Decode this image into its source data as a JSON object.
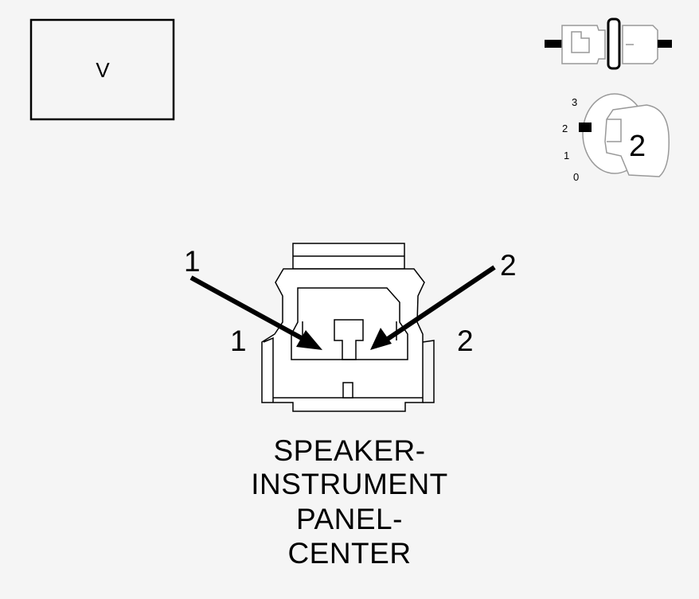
{
  "voltage_box": {
    "label": "V"
  },
  "connector_colors": {
    "main": "#000000",
    "secondary": "#999999",
    "background": "#f5f5f5",
    "fill": "#ffffff"
  },
  "key_icon": {
    "positions": [
      "3",
      "2",
      "1",
      "0"
    ],
    "current_position": "2",
    "key_label": "2"
  },
  "pins": {
    "callout_left": "1",
    "callout_right": "2",
    "side_left": "1",
    "side_right": "2"
  },
  "connector_name": {
    "lines": [
      "SPEAKER-",
      "INSTRUMENT",
      "PANEL-",
      "CENTER"
    ]
  }
}
